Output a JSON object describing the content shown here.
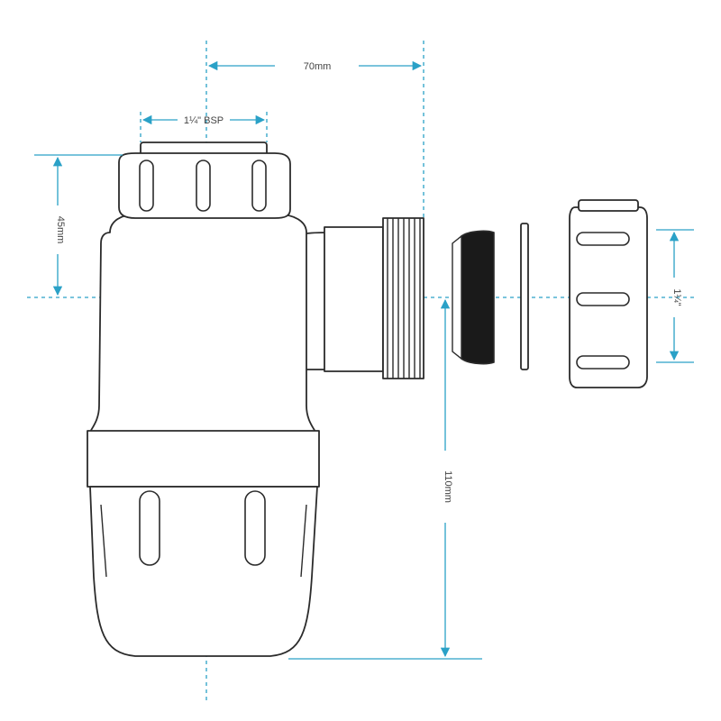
{
  "dimensions": {
    "width_70": "70mm",
    "bsp": "1¼\" BSP",
    "height_45": "45mm",
    "height_110": "110mm",
    "outlet": "1¼\""
  },
  "colors": {
    "dimension_line": "#2aa1c7",
    "outline": "#2b2b2b",
    "washer": "#1a1a1a"
  }
}
